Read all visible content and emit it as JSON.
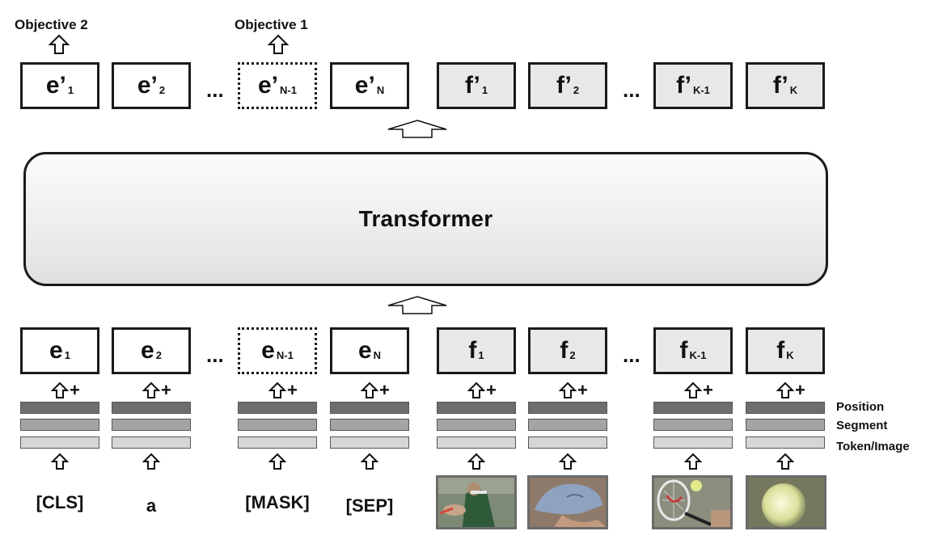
{
  "objectives": [
    "Objective 2",
    "Objective 1"
  ],
  "output_tokens": [
    {
      "main": "e’",
      "sub": "1"
    },
    {
      "main": "e’",
      "sub": "2"
    },
    {
      "main": "e’",
      "sub": "N-1"
    },
    {
      "main": "e’",
      "sub": "N"
    },
    {
      "main": "f’",
      "sub": "1"
    },
    {
      "main": "f’",
      "sub": "2"
    },
    {
      "main": "f’",
      "sub": "K-1"
    },
    {
      "main": "f’",
      "sub": "K"
    }
  ],
  "input_tokens": [
    {
      "main": "e",
      "sub": "1"
    },
    {
      "main": "e",
      "sub": "2"
    },
    {
      "main": "e",
      "sub": "N-1"
    },
    {
      "main": "e",
      "sub": "N"
    },
    {
      "main": "f",
      "sub": "1"
    },
    {
      "main": "f",
      "sub": "2"
    },
    {
      "main": "f",
      "sub": "K-1"
    },
    {
      "main": "f",
      "sub": "K"
    }
  ],
  "ellipsis": "...",
  "transformer_label": "Transformer",
  "plus_sign": "+",
  "embedding_labels": {
    "position": "Position",
    "segment": "Segment",
    "token_image": "Token/Image"
  },
  "text_inputs": [
    "[CLS]",
    "a",
    "[MASK]",
    "[SEP]"
  ],
  "image_inputs": [
    "tennis-player-image",
    "cap-image",
    "racket-ball-image",
    "tennis-ball-image"
  ]
}
